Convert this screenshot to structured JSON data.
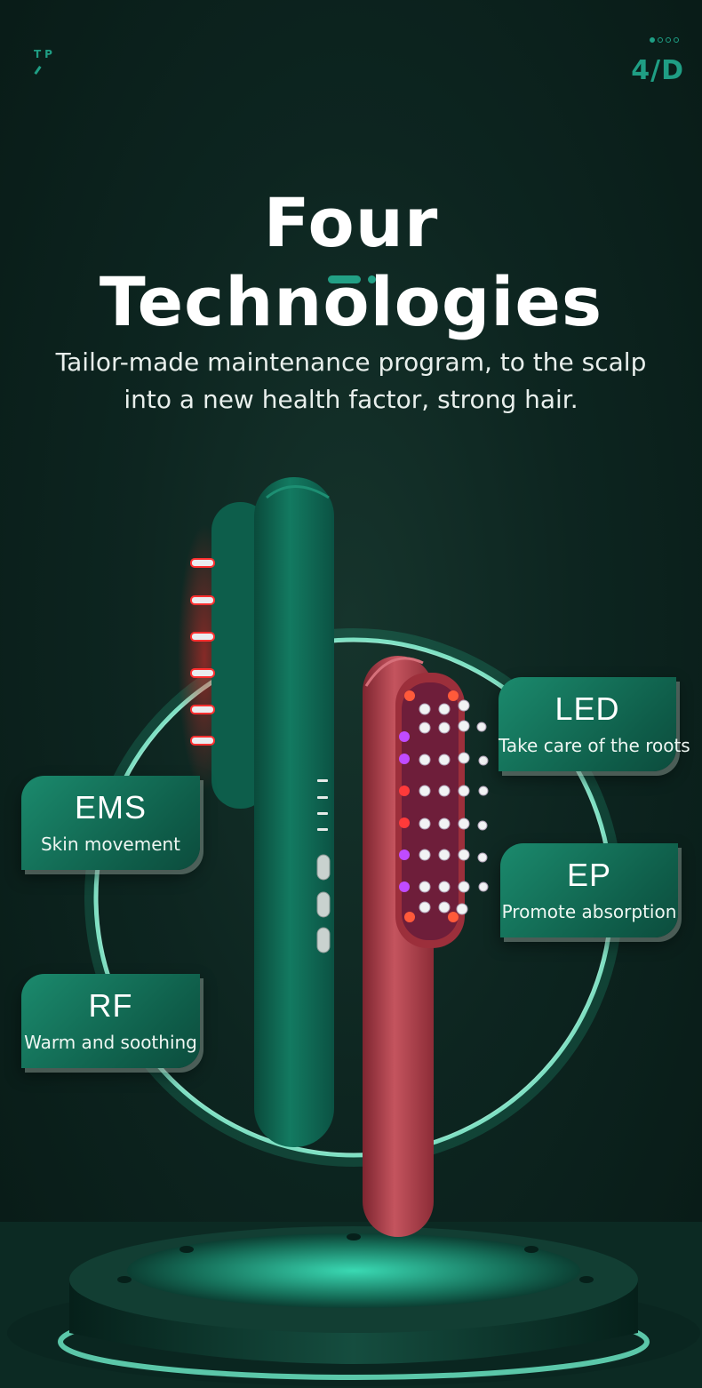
{
  "corner": {
    "brand_mark": "TP",
    "page": "4/D"
  },
  "header": {
    "title": "Four Technologies",
    "subtitle_line1": "Tailor-made maintenance program, to the scalp",
    "subtitle_line2": "into a new health factor, strong hair."
  },
  "features": {
    "led": {
      "name": "LED",
      "desc": "Take care of the roots"
    },
    "ems": {
      "name": "EMS",
      "desc": "Skin movement"
    },
    "ep": {
      "name": "EP",
      "desc": "Promote absorption"
    },
    "rf": {
      "name": "RF",
      "desc": "Warm and soothing"
    }
  },
  "colors": {
    "accent": "#1f9e84",
    "brush_green": "#0f6a55",
    "brush_red": "#b5434e",
    "led_red": "#ff3a3a",
    "led_purple": "#c04bff"
  }
}
